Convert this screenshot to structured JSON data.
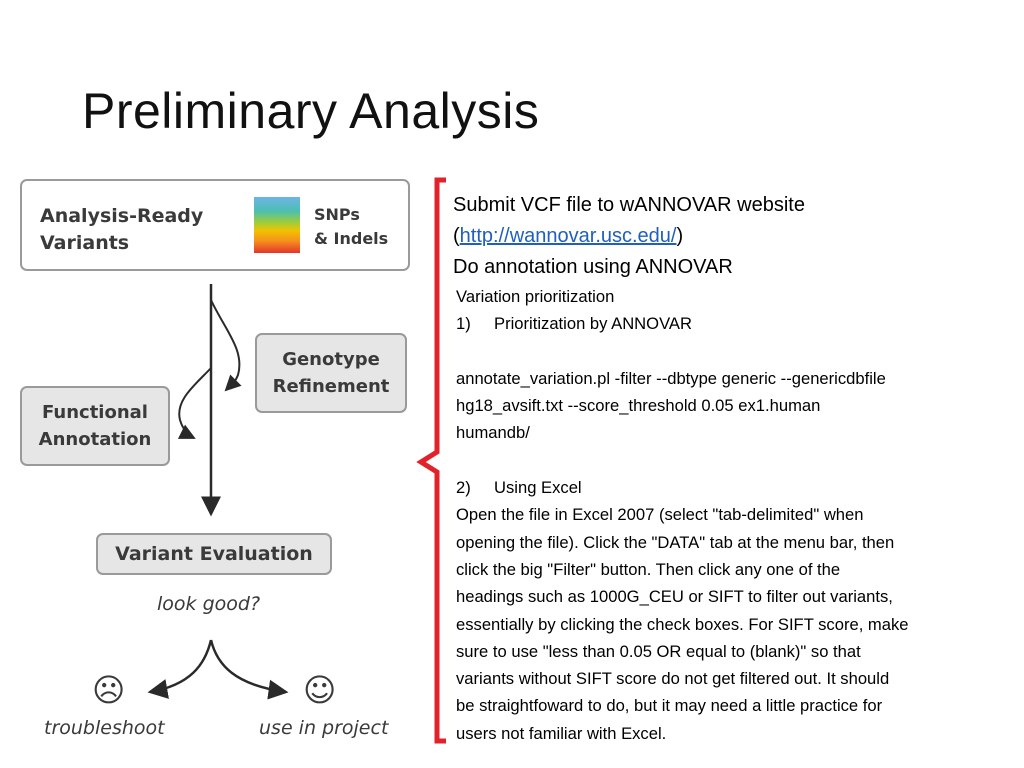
{
  "title": "Preliminary Analysis",
  "diagram": {
    "ready_line1": "Analysis-Ready",
    "ready_line2": "Variants",
    "snp_line1": "SNPs",
    "snp_line2": "& Indels",
    "geno_line1": "Genotype",
    "geno_line2": "Refinement",
    "func_line1": "Functional",
    "func_line2": "Annotation",
    "eval": "Variant Evaluation",
    "look_good": "look good?",
    "troubleshoot": "troubleshoot",
    "use_in_project": "use in project",
    "sad_icon": "☹",
    "happy_icon": "☺",
    "spectrum_colors": [
      "#6fb3e8",
      "#4bbfb0",
      "#9ccd3c",
      "#f2c200",
      "#f6921e",
      "#e4352b"
    ]
  },
  "bracket_color": "#e2222a",
  "text": {
    "line1": "Submit VCF file to wANNOVAR website",
    "open_paren": "(",
    "url": "http://wannovar.usc.edu/",
    "close_paren": ")",
    "line3": "Do annotation using ANNOVAR",
    "prioritization": "Variation prioritization",
    "item1_num": "1)",
    "item1": "Prioritization by ANNOVAR",
    "command_line1": "annotate_variation.pl -filter --dbtype generic --genericdbfile",
    "command_line2": "hg18_avsift.txt --score_threshold 0.05 ex1.human",
    "command_line3": "humandb/",
    "item2_num": "2)",
    "item2": "Using Excel",
    "para": [
      "Open the file in Excel 2007 (select \"tab-delimited\" when",
      "opening the file). Click the \"DATA\" tab at the menu bar, then",
      "click the big \"Filter\" button. Then click any one of the",
      "headings such as 1000G_CEU or SIFT to filter out variants,",
      "essentially by clicking the check boxes. For SIFT score, make",
      "sure to use \"less than 0.05 OR equal to (blank)\" so that",
      "variants without SIFT score do not get filtered out. It should",
      "be straightfoward to do, but it may need a little practice for",
      "users not familiar with Excel."
    ]
  }
}
